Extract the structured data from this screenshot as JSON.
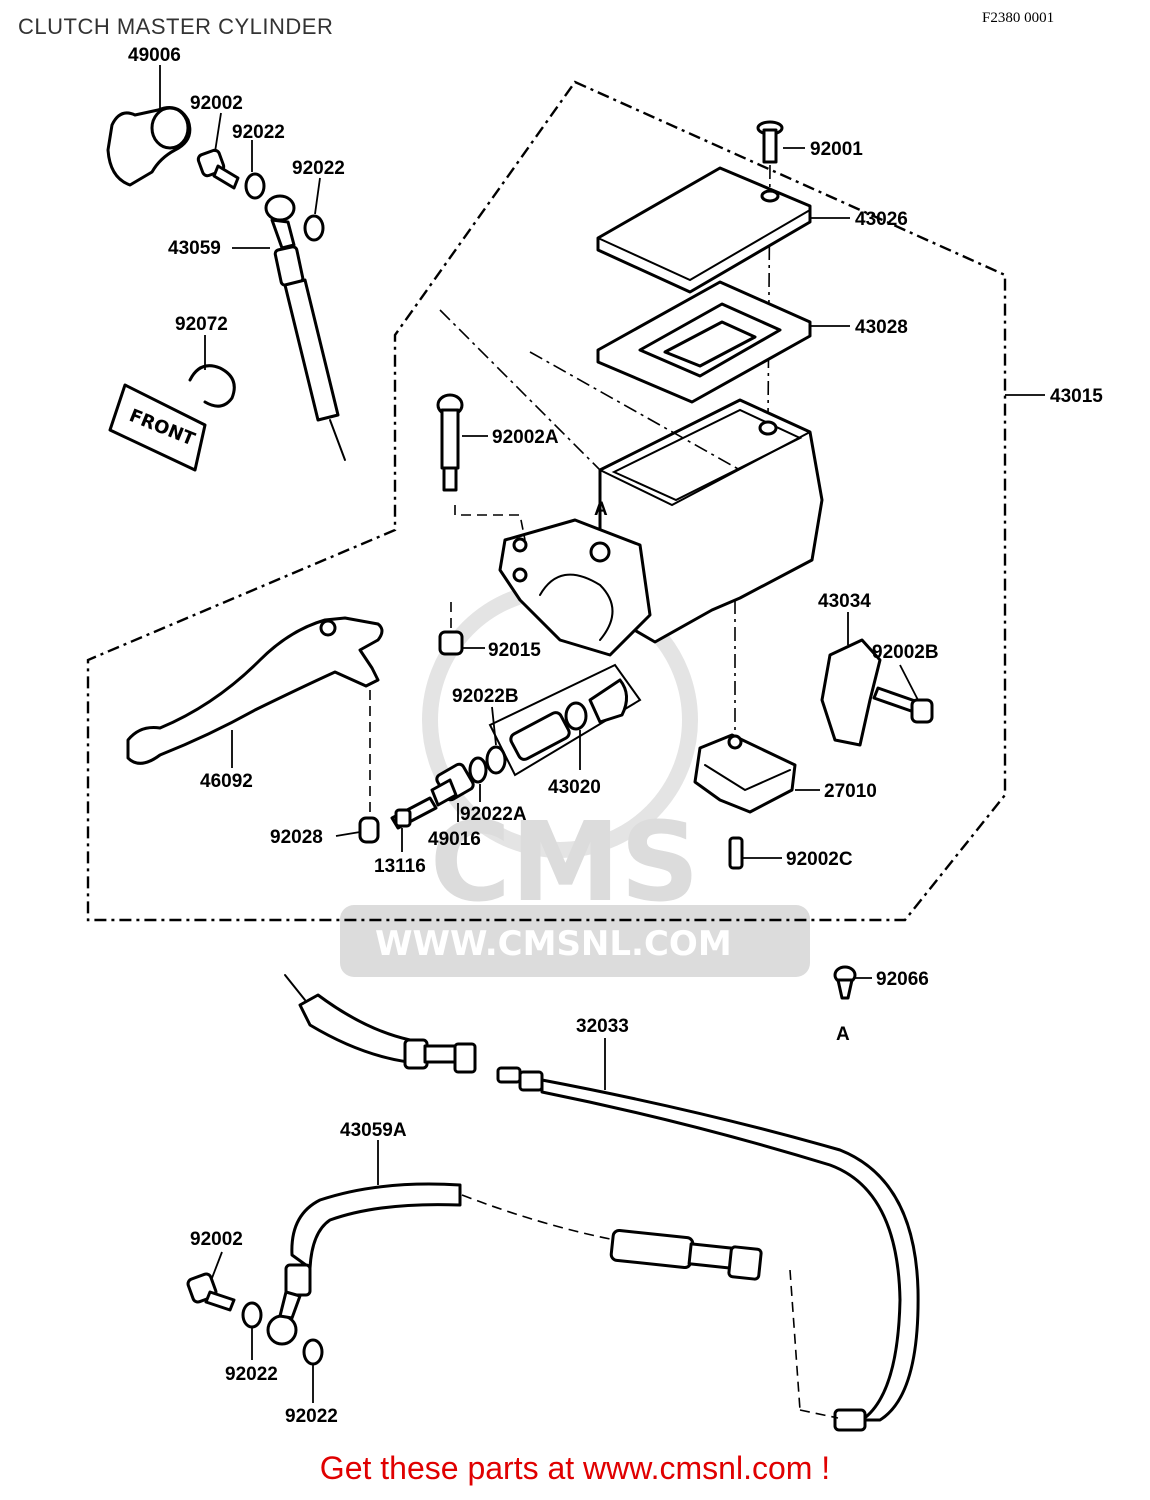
{
  "title": "CLUTCH MASTER CYLINDER",
  "figure_code": "F2380 0001",
  "footer_link": "Get these parts at www.cmsnl.com !",
  "watermark": {
    "logo": "CMS",
    "url": "WWW.CMSNL.COM"
  },
  "front_tag": "FRONT",
  "ref_marks": {
    "a1": "A",
    "a2": "A"
  },
  "parts": {
    "p49006": "49006",
    "p92002_top": "92002",
    "p92022_top_a": "92022",
    "p92022_top_b": "92022",
    "p43059": "43059",
    "p92072": "92072",
    "p92001": "92001",
    "p43026": "43026",
    "p43028": "43028",
    "p43015": "43015",
    "p92002A": "92002A",
    "p92015": "92015",
    "p43034": "43034",
    "p92002B": "92002B",
    "p92022B": "92022B",
    "p43020": "43020",
    "p46092": "46092",
    "p27010": "27010",
    "p92022A": "92022A",
    "p49016": "49016",
    "p92028": "92028",
    "p13116": "13116",
    "p92002C": "92002C",
    "p92066": "92066",
    "p32033": "32033",
    "p43059A": "43059A",
    "p92002_bot": "92002",
    "p92022_bot_a": "92022",
    "p92022_bot_b": "92022"
  }
}
